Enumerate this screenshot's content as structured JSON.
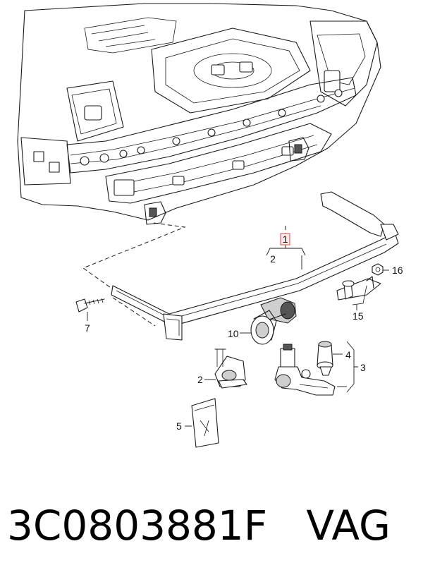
{
  "diagram": {
    "callouts": {
      "c1": "1",
      "c2_top": "2",
      "c2_bottom": "2",
      "c3": "3",
      "c4": "4",
      "c5": "5",
      "c7": "7",
      "c10": "10",
      "c15": "15",
      "c16": "16"
    },
    "highlight_color": "#e06666"
  },
  "caption": {
    "part_number": "3C0803881F",
    "brand": "VAG"
  }
}
